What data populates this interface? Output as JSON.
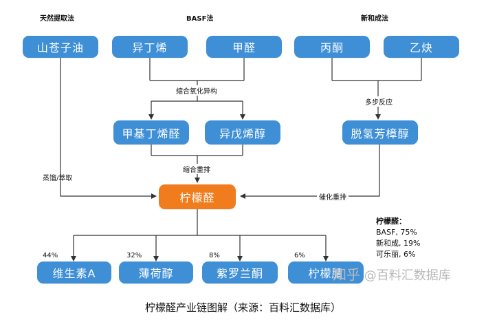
{
  "headers": {
    "natural": "天然提取法",
    "basf": "BASF法",
    "xinhecheng": "新和成法"
  },
  "nodes": {
    "litsea_oil": "山苍子油",
    "isobutylene": "异丁烯",
    "formaldehyde": "甲醛",
    "acetone": "丙酮",
    "acetylene": "乙炔",
    "methylbutenal": "甲基丁烯醛",
    "isopentenol": "异戊烯醇",
    "dehydrolinalool": "脱氢芳樟醇",
    "citral": "柠檬醛",
    "vitamin_a": "维生素A",
    "menthol": "薄荷醇",
    "ionone": "紫罗兰酮",
    "citronella": "柠檬腈"
  },
  "edge_labels": {
    "condensation_isomerization": "缩合氧化异构",
    "multi_step": "多步反应",
    "condensation_rearrangement": "缩合重排",
    "distill_extract": "蒸馏/萃取",
    "catalytic_rearrangement": "催化重排"
  },
  "downstream_shares": {
    "vitamin_a": "44%",
    "menthol": "32%",
    "ionone": "8%",
    "citronella": "6%"
  },
  "market_share": {
    "title": "柠檬醛：",
    "lines": [
      "BASF, 75%",
      "新和成, 19%",
      "可乐丽, 6%"
    ]
  },
  "watermark": {
    "platform": "知乎",
    "account": "@百料汇数据库"
  },
  "caption": "柠檬醛产业链图解（来源：百料汇数据库）",
  "colors": {
    "node": "#3e8fd6",
    "center_node": "#f07c1e",
    "line": "#333333"
  }
}
